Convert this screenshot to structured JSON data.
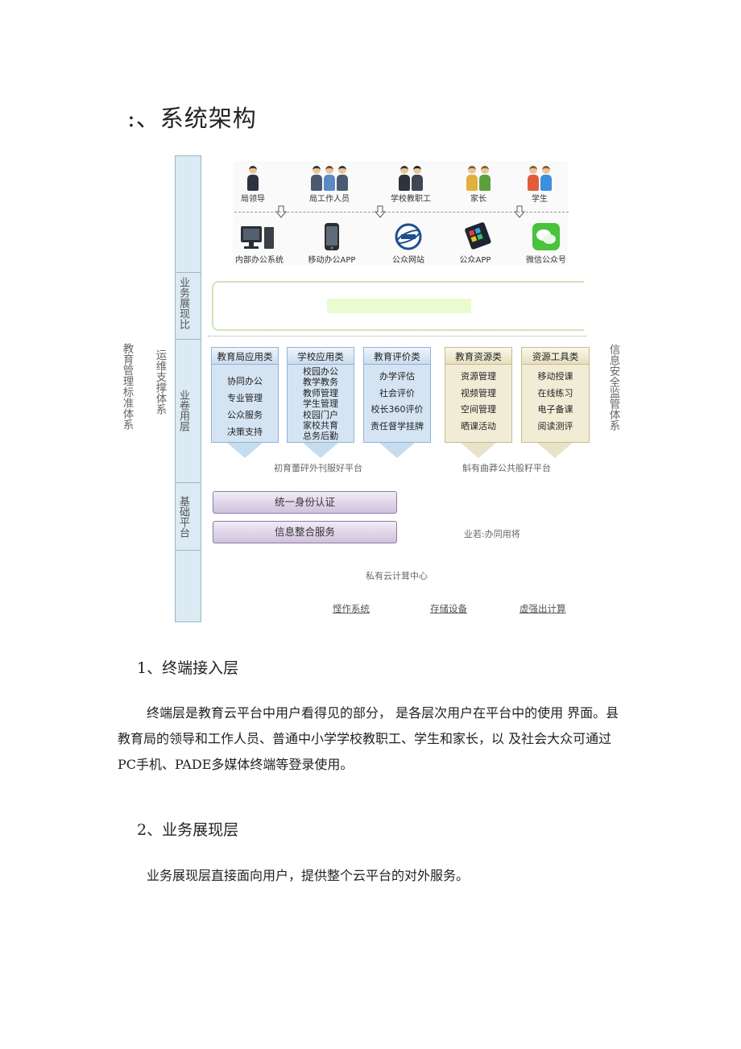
{
  "heading": ":、系统架构",
  "diagram": {
    "left_labels": {
      "edu_mgmt": "教育管理标准体系",
      "ops": "运维支撑体系"
    },
    "right_label": "信息安全监管体系",
    "layers": {
      "presentation": "业务展现比",
      "application": "业卷用层",
      "foundation": "基础平台"
    },
    "users": [
      "局领导",
      "局工作人员",
      "学校教职工",
      "家长",
      "学生"
    ],
    "devices": [
      "内部办公系统",
      "移动办公APP",
      "公众网站",
      "公众APP",
      "微信公众号"
    ],
    "categories": [
      {
        "title": "教育局应用类",
        "items": [
          "协同办公",
          "专业管理",
          "公众服务",
          "决策支持"
        ]
      },
      {
        "title": "学校应用类",
        "items": [
          "校园办公",
          "教学教务",
          "教师管理",
          "学生管理",
          "校园门户",
          "家校共育",
          "总务后勤"
        ]
      },
      {
        "title": "教育评价类",
        "items": [
          "办学评估",
          "社会评价",
          "校长360评价",
          "责任督学挂牌"
        ]
      },
      {
        "title": "教育资源类",
        "items": [
          "资源管理",
          "视频管理",
          "空间管理",
          "晒课活动"
        ]
      },
      {
        "title": "资源工具类",
        "items": [
          "移动授课",
          "在线练习",
          "电子备课",
          "阅读测评"
        ]
      }
    ],
    "platform_left": "初育蕾砰外刊服好平台",
    "platform_right": "斛有曲莽公共般籽平台",
    "buttons": [
      "统一身份认证",
      "信息整合服务"
    ],
    "side_note": "业若:办同用将",
    "cloud_center": "私有云计茸中心",
    "infra": [
      "悭作系统",
      "存储设备",
      "虚强出计算"
    ]
  },
  "sections": [
    {
      "heading": "1、终端接入层",
      "body": "终端层是教育云平台中用户看得见的部分， 是各层次用户在平台中的使用 界面。县教育局的领导和工作人员、普通中小学学校教职工、学生和家长，以 及社会大众可通过PC手机、PADE多媒体终端等登录使用。"
    },
    {
      "heading": "2、业务展现层",
      "body": "业务展现层直接面向用户，提供整个云平台的对外服务。"
    }
  ]
}
